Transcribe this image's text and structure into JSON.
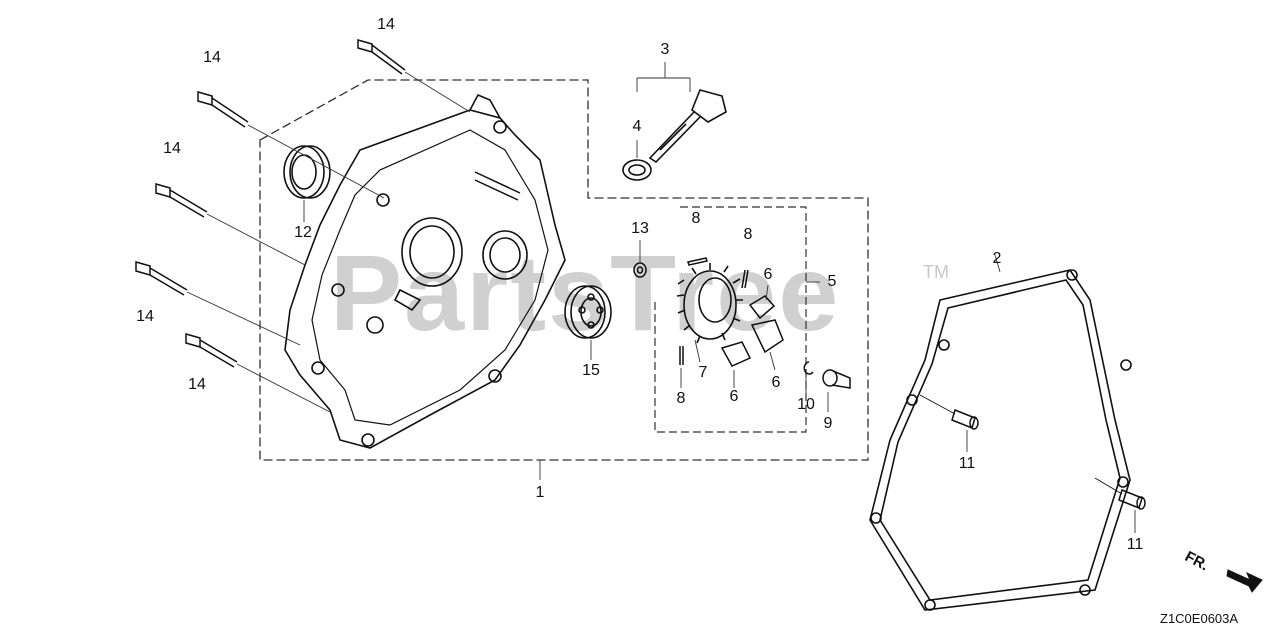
{
  "watermark": "PartsTree",
  "trademark": "TM",
  "diagram_code": "Z1C0E0603A",
  "front_indicator": "FR.",
  "callouts": {
    "c1": "1",
    "c2": "2",
    "c3": "3",
    "c4": "4",
    "c5": "5",
    "c6a": "6",
    "c6b": "6",
    "c6c": "6",
    "c7": "7",
    "c8a": "8",
    "c8b": "8",
    "c8c": "8",
    "c9": "9",
    "c10": "10",
    "c11a": "11",
    "c11b": "11",
    "c12": "12",
    "c13": "13",
    "c14a": "14",
    "c14b": "14",
    "c14c": "14",
    "c14d": "14",
    "c14e": "14",
    "c15": "15"
  }
}
